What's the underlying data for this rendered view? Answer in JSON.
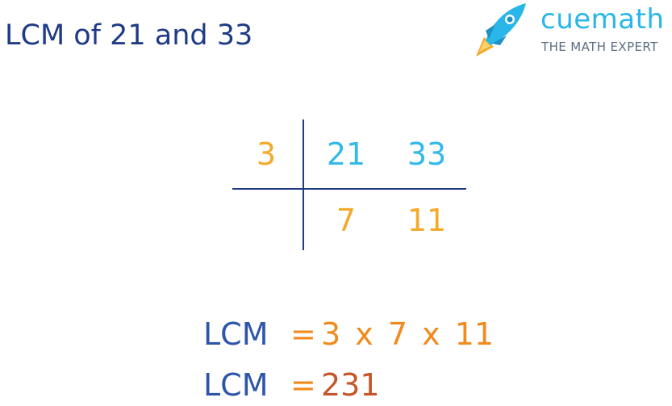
{
  "title": "LCM of 21 and 33",
  "logo": {
    "brand": "cuemath",
    "tagline": "THE MATH EXPERT",
    "icon": "rocket-icon"
  },
  "division": {
    "divisor": "3",
    "row1": [
      "21",
      "33"
    ],
    "row2": [
      "7",
      "11"
    ]
  },
  "result": {
    "line1": {
      "label": "LCM",
      "equals": "=",
      "expression": "3 x 7 x 11"
    },
    "line2": {
      "label": "LCM",
      "equals": "=",
      "value": "231"
    }
  },
  "colors": {
    "navy": "#1f3b86",
    "orange": "#f3a92a",
    "cyan": "#33b9ea",
    "deep_orange": "#c4582a"
  }
}
